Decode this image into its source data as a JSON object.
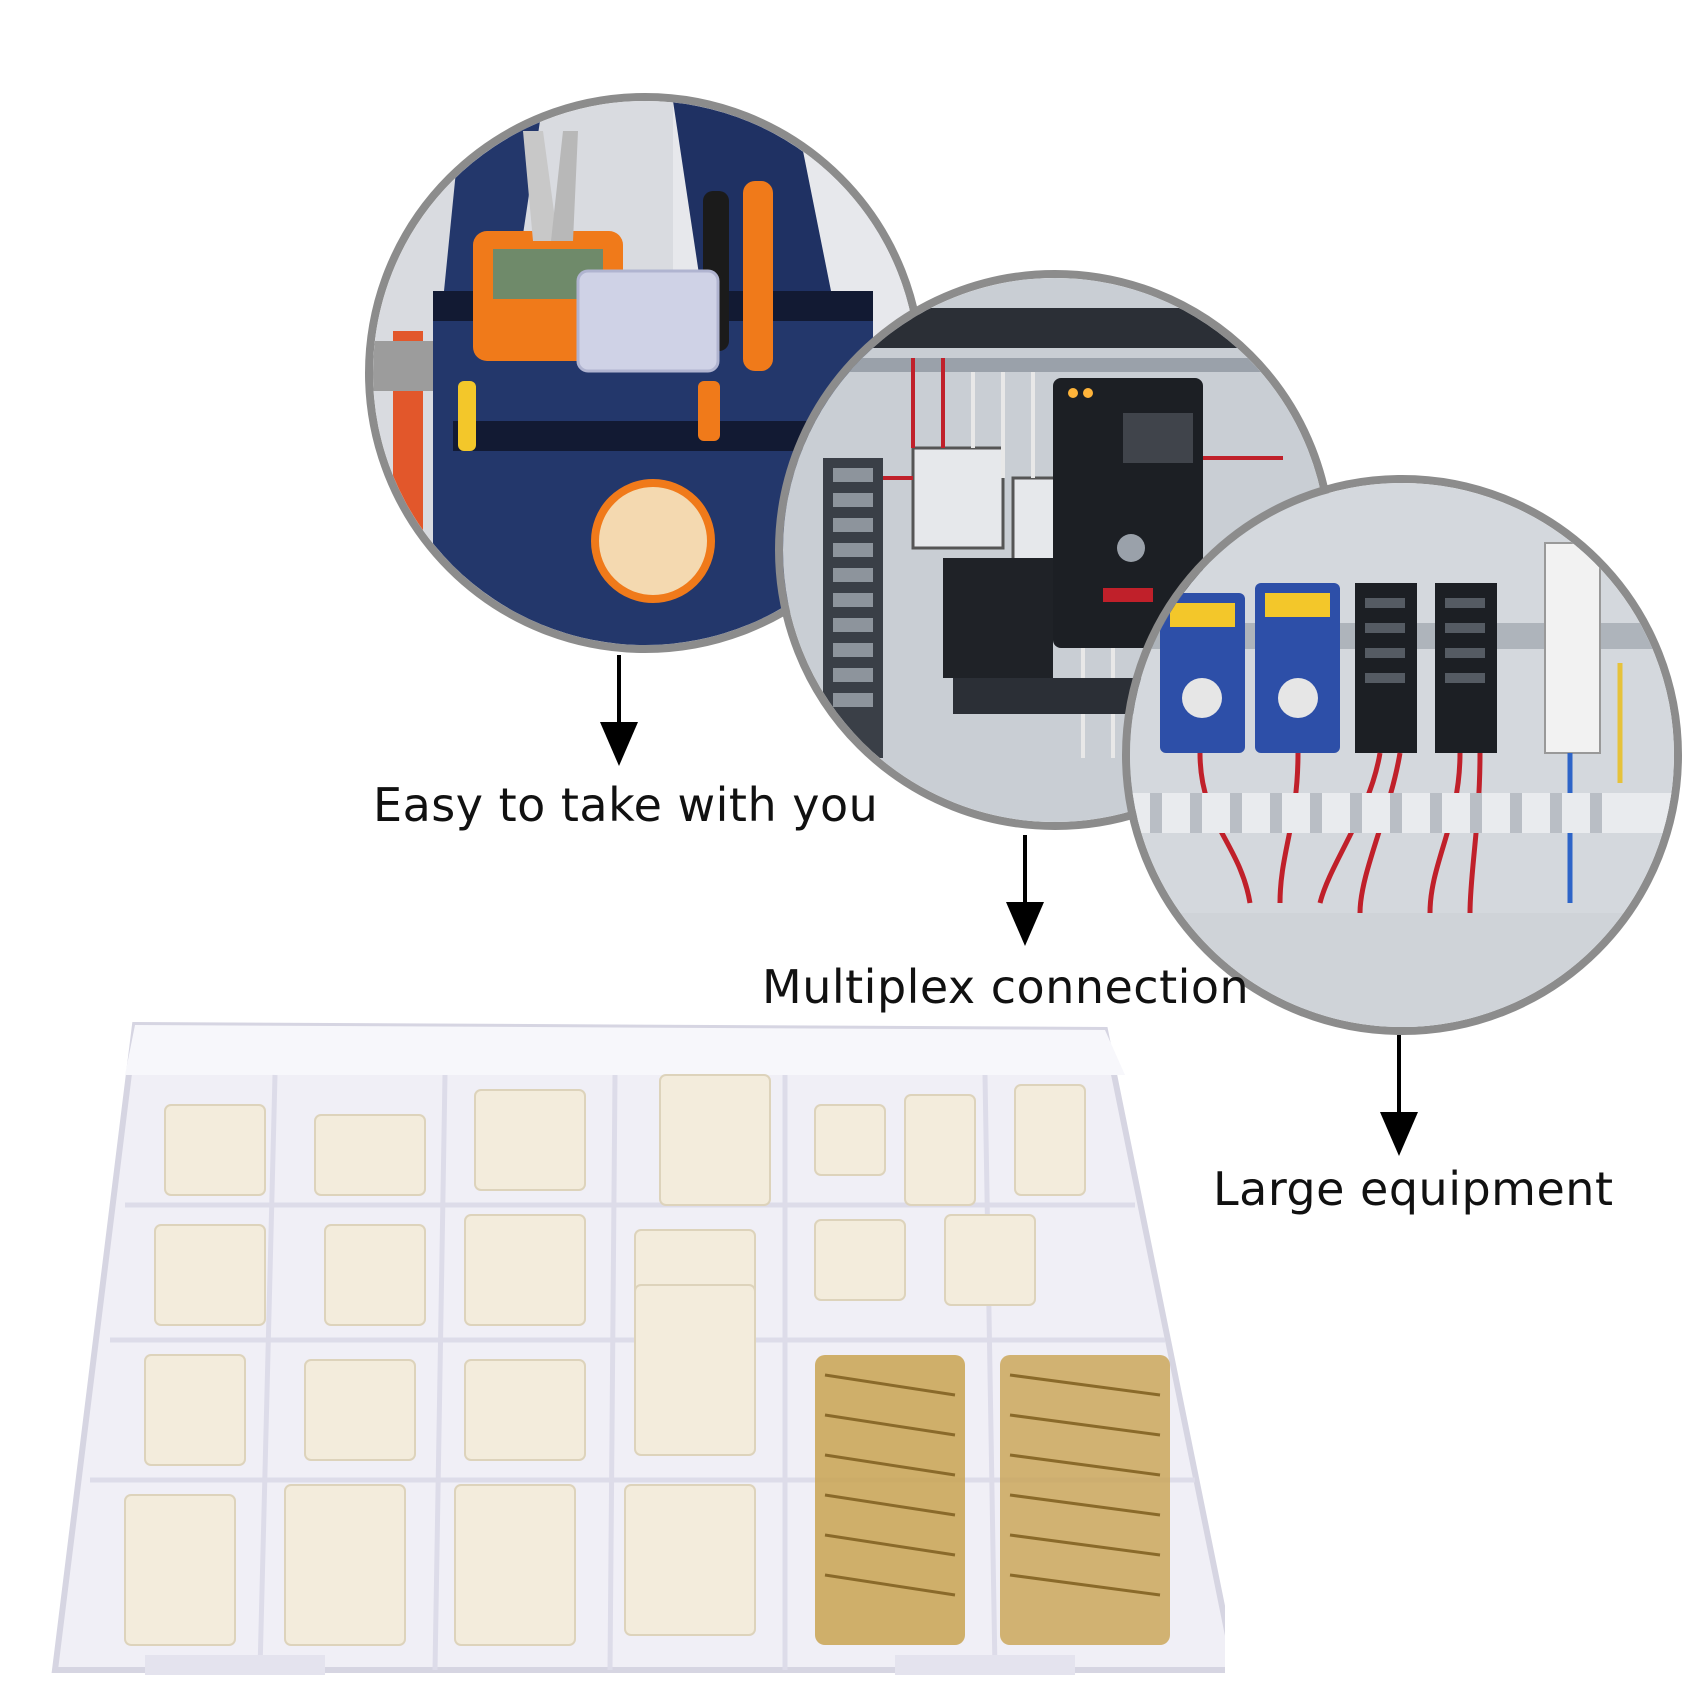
{
  "captions": {
    "bag": "Easy to take with you",
    "multiplex": "Multiplex connection",
    "equipment": "Large equipment"
  },
  "colors": {
    "circle_border": "#8c8c8c",
    "bag_navy": "#23376b",
    "tool_orange": "#f07a1a",
    "cabinet_gray": "#c9ced4",
    "relay_blue": "#2d4fa8",
    "wire_red": "#c0202a",
    "connector_ivory": "#f3ecdc",
    "terminal_brass": "#c9a351",
    "box_clear": "#eeeef6"
  }
}
